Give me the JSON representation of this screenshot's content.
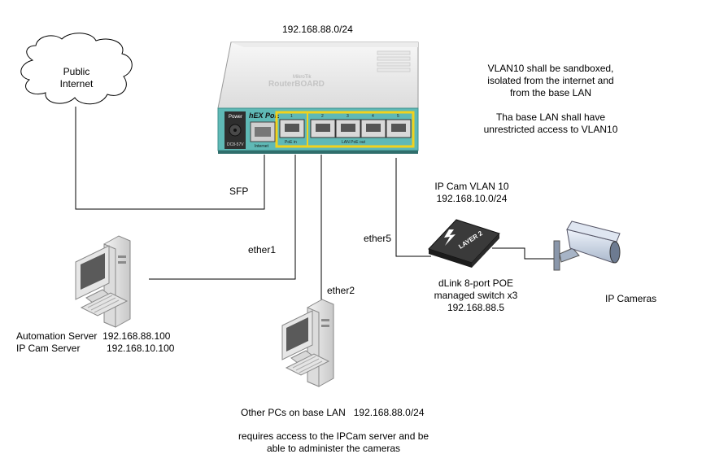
{
  "router": {
    "subnet": "192.168.88.0/24",
    "brand": "MikroTik",
    "model": "RouterBOARD",
    "face_label": "hEX PoE",
    "power_label": "Power",
    "jack_label": "DC8-57V",
    "sfp_caption": "Internet",
    "port_numbers": [
      "1",
      "2",
      "3",
      "4",
      "5"
    ],
    "poe_in_label": "PoE in",
    "lan_label": "LAN   PoE out"
  },
  "cloud": {
    "line1": "Public",
    "line2": "Internet"
  },
  "note": {
    "line1": "VLAN10 shall be sandboxed,",
    "line2": "isolated from the internet and",
    "line3": "from the base LAN",
    "line4": "Tha base LAN shall have",
    "line5": "unrestricted access to VLAN10"
  },
  "links": {
    "sfp": "SFP",
    "ether1": "ether1",
    "ether2": "ether2",
    "ether5": "ether5"
  },
  "vlan": {
    "name": "IP Cam VLAN 10",
    "subnet": "192.168.10.0/24"
  },
  "switch": {
    "badge": "LAYER 2",
    "line1": "dLink 8-port POE",
    "line2": "managed switch x3",
    "ip": "192.168.88.5"
  },
  "cameras": {
    "label": "IP Cameras"
  },
  "server": {
    "name1": "Automation Server",
    "ip1": "192.168.88.100",
    "name2": "IP Cam Server",
    "ip2": "192.168.10.100"
  },
  "pcs": {
    "label": "Other PCs on base LAN",
    "subnet": "192.168.88.0/24",
    "req1": "requires access to the IPCam server and be",
    "req2": "able to administer the cameras"
  },
  "colors": {
    "router_face": "#5fb9b6",
    "lan_frame": "#f2d21c",
    "line": "#000000"
  }
}
